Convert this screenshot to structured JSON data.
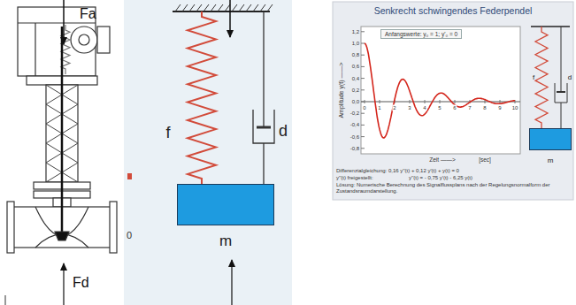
{
  "diagram": {
    "nodes": [
      {
        "text": [
          "Senkrecht schwingendes Federpendel"
        ]
      },
      {
        "text": [
          "Anfangswerte: y₀ = 1; y'₀ = 0"
        ],
        "in": 0
      },
      {
        "text": [
          "m"
        ]
      },
      {
        "text": [
          "m"
        ],
        "in": 0
      }
    ],
    "labels": [
      "Fa",
      "Fd",
      "f",
      "d",
      "0",
      "Amplitude y(t) ——>",
      "1,2",
      "1,0",
      "0,8",
      "0,6",
      "0,4",
      "0,2",
      "0,0",
      "-0,2",
      "-0,4",
      "-0,6",
      "-0,8",
      "0",
      "1",
      "2",
      "3",
      "4",
      "5",
      "6",
      "7",
      "8",
      "9",
      "10",
      "Zeit ——>",
      "[sec]",
      "Differenzialgleichung: 0,16 y''(t) + 0,12 y'(t) + y(t) = 0",
      "y''(t) freigestellt:",
      "y''(t) = - 0,75 y'(t) - 6,25 y(t)",
      "Lösung: Numerische Berechnung des Signalflussplans nach der Regelungsnormalform der Zustandsraumdarstellung.",
      "f",
      "d"
    ]
  }
}
